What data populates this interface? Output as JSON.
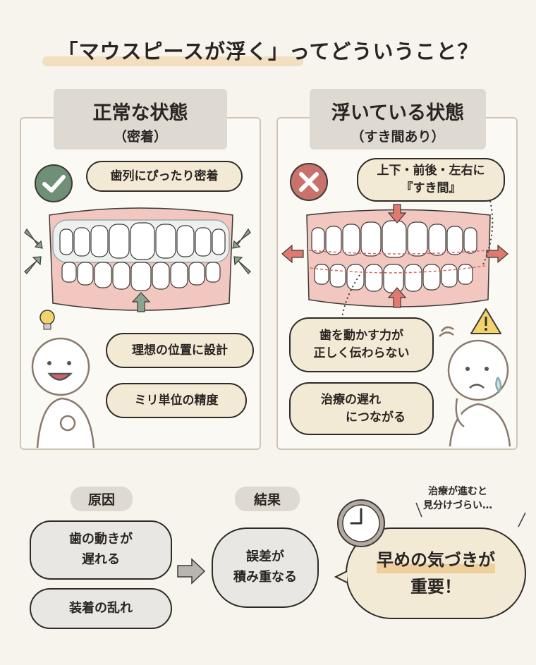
{
  "title": "「マウスピースが浮く」ってどういうこと？",
  "left_panel": {
    "heading": "正常な状態",
    "subheading": "（密着）",
    "status_icon": "check-icon",
    "status_color": "#6f8f77",
    "bubble_top": "歯列にぴったり密着",
    "bubble_1": "理想の位置に設計",
    "bubble_2": "ミリ単位の精度",
    "arrow_color": "#8aa58e"
  },
  "right_panel": {
    "heading": "浮いている状態",
    "subheading": "（すき間あり）",
    "status_icon": "x-icon",
    "status_color": "#c9726b",
    "bubble_top_1": "上下・前後・左右に",
    "bubble_top_2": "『すき間』",
    "bubble_1a": "歯を動かす力が",
    "bubble_1b": "正しく伝わらない",
    "bubble_2a": "治療の遅れ",
    "bubble_2b": "につながる",
    "arrow_color": "#d9645c"
  },
  "bottom": {
    "cause_label": "原因",
    "cause_1a": "歯の動きが",
    "cause_1b": "遅れる",
    "cause_2": "装着の乱れ",
    "result_label": "結果",
    "result_a": "誤差が",
    "result_b": "積み重なる",
    "note_a": "治療が進むと",
    "note_b": "見分けづらい…",
    "key_a": "早めの気づきが",
    "key_b": "重要！"
  }
}
